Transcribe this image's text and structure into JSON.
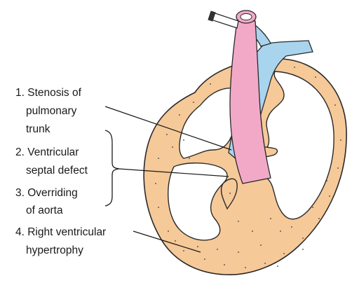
{
  "labels": {
    "l1_line1": "1. Stenosis of",
    "l1_line2": "pulmonary",
    "l1_line3": "trunk",
    "l2_line1": "2. Ventricular",
    "l2_line2": "septal defect",
    "l3_line1": "3. Overriding",
    "l3_line2": "of aorta",
    "l4_line1": "4. Right ventricular",
    "l4_line2": "hypertrophy"
  },
  "colors": {
    "myocardium": "#f6c998",
    "myocardium_outline": "#2a2a2a",
    "aorta": "#f2a9c8",
    "pulmonary": "#a8d4ee",
    "line": "#1a1a1a"
  }
}
